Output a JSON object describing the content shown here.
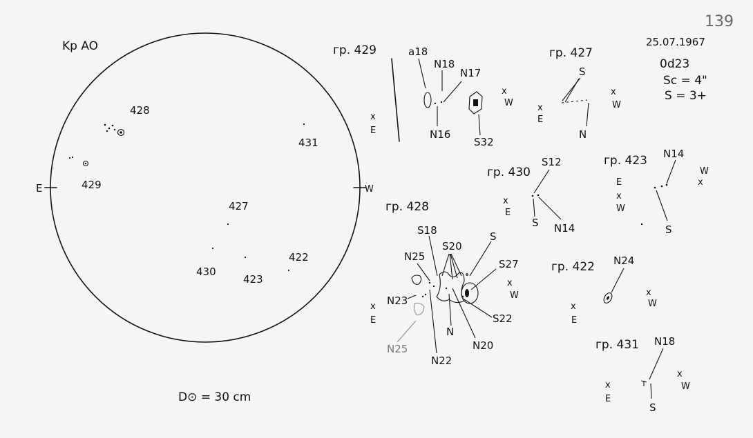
{
  "header": {
    "observatory": "Kp AO",
    "page_number": "139",
    "date": "25.07.1967",
    "time": "0d23",
    "seeing": "Sc = 4\"",
    "sharpness": "S = 3+"
  },
  "disk": {
    "east": "E",
    "west": "W",
    "diameter": "D⊙ = 30 cm",
    "groups": [
      "428",
      "429",
      "431",
      "427",
      "430",
      "423",
      "422"
    ]
  },
  "details": {
    "g429": {
      "title": "гр. 429",
      "labels": [
        "a18",
        "N18",
        "N17",
        "N16",
        "S32"
      ]
    },
    "g427": {
      "title": "гр. 427",
      "labels": [
        "S",
        "N"
      ]
    },
    "g430": {
      "title": "гр. 430",
      "labels": [
        "S12",
        "S",
        "N14"
      ]
    },
    "g423": {
      "title": "гр. 423",
      "labels": [
        "N14",
        "S"
      ]
    },
    "g428": {
      "title": "гр. 428",
      "labels": [
        "S18",
        "S20",
        "S",
        "N25",
        "S27",
        "N23",
        "S22",
        "N",
        "N20",
        "N22",
        "N25"
      ]
    },
    "g422": {
      "title": "гр. 422",
      "labels": [
        "N24"
      ]
    },
    "g431": {
      "title": "гр. 431",
      "labels": [
        "N18",
        "S"
      ]
    }
  },
  "orientation": {
    "x": "x",
    "east": "E",
    "west": "W"
  }
}
